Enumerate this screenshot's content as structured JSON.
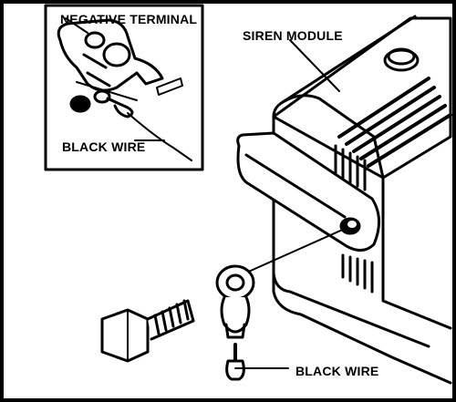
{
  "labels": {
    "negative_terminal": "NEGATIVE TERMINAL",
    "siren_module": "SIREN MODULE",
    "black_wire_inset": "BLACK WIRE",
    "black_wire_main": "BLACK WIRE"
  },
  "colors": {
    "ink": "#000000",
    "paper": "#ffffff"
  }
}
